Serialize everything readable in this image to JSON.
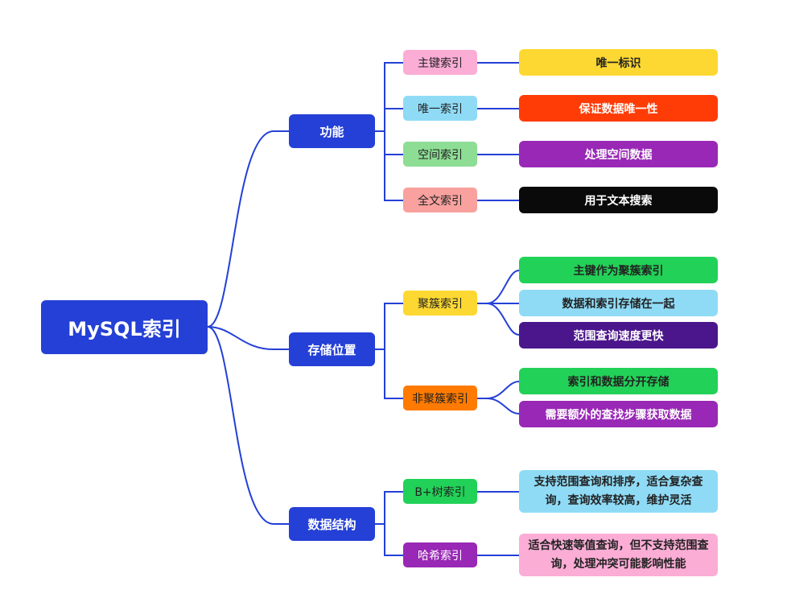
{
  "root": {
    "label": "MySQL索引"
  },
  "branches": [
    {
      "label": "功能",
      "children": [
        {
          "label": "主键索引",
          "color": "#fbadd6",
          "text_color": "#222222",
          "leaves": [
            {
              "label": "唯一标识",
              "color": "#fdd832",
              "text_color": "#222222"
            }
          ]
        },
        {
          "label": "唯一索引",
          "color": "#8fdbf6",
          "text_color": "#222222",
          "leaves": [
            {
              "label": "保证数据唯一性",
              "color": "#ff3c06",
              "text_color": "#ffffff"
            }
          ]
        },
        {
          "label": "空间索引",
          "color": "#8ddd94",
          "text_color": "#222222",
          "leaves": [
            {
              "label": "处理空间数据",
              "color": "#9828b5",
              "text_color": "#ffffff"
            }
          ]
        },
        {
          "label": "全文索引",
          "color": "#f8a19e",
          "text_color": "#222222",
          "leaves": [
            {
              "label": "用于文本搜索",
              "color": "#0a0a0a",
              "text_color": "#ffffff"
            }
          ]
        }
      ]
    },
    {
      "label": "存储位置",
      "children": [
        {
          "label": "聚簇索引",
          "color": "#fdd832",
          "text_color": "#222222",
          "leaves": [
            {
              "label": "主键作为聚簇索引",
              "color": "#22d158",
              "text_color": "#222222"
            },
            {
              "label": "数据和索引存储在一起",
              "color": "#8fdbf6",
              "text_color": "#222222"
            },
            {
              "label": "范围查询速度更快",
              "color": "#4b168c",
              "text_color": "#ffffff"
            }
          ]
        },
        {
          "label": "非聚簇索引",
          "color": "#ff7a00",
          "text_color": "#222222",
          "leaves": [
            {
              "label": "索引和数据分开存储",
              "color": "#22d158",
              "text_color": "#222222"
            },
            {
              "label": "需要额外的查找步骤获取数据",
              "color": "#9828b5",
              "text_color": "#ffffff"
            }
          ]
        }
      ]
    },
    {
      "label": "数据结构",
      "children": [
        {
          "label": "B+树索引",
          "color": "#22d158",
          "text_color": "#222222",
          "leaves": [
            {
              "label": "支持范围查询和排序，适合复杂查询，查询效率较高，维护灵活",
              "color": "#8fdbf6",
              "text_color": "#222222"
            }
          ]
        },
        {
          "label": "哈希索引",
          "color": "#9828b5",
          "text_color": "#ffffff",
          "leaves": [
            {
              "label": "适合快速等值查询，但不支持范围查询，处理冲突可能影响性能",
              "color": "#fbadd6",
              "text_color": "#222222"
            }
          ]
        }
      ]
    }
  ],
  "line_color": "#2440d6"
}
